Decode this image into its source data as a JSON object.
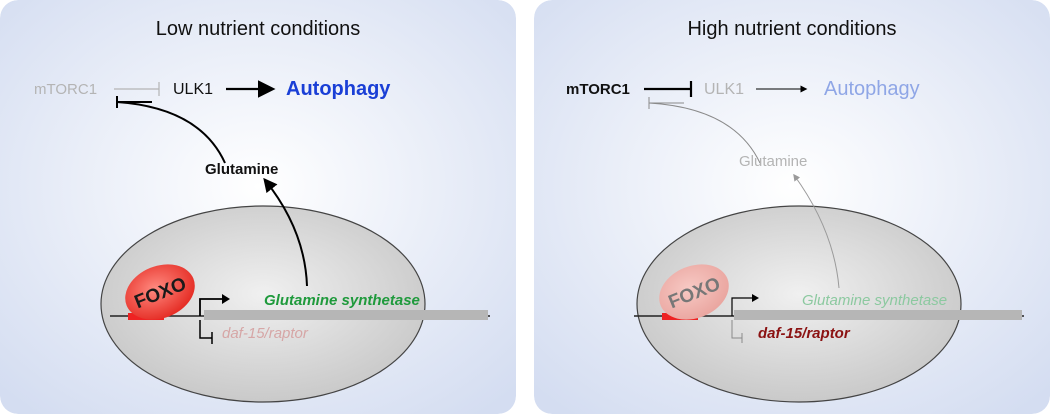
{
  "panels": [
    {
      "title": "Low nutrient conditions",
      "mtorc1": "mTORC1",
      "ulk1": "ULK1",
      "autophagy": "Autophagy",
      "glutamine": "Glutamine",
      "foxo": "FOXO",
      "gene_top": "Glutamine synthetase",
      "gene_bottom": "daf-15/raptor"
    },
    {
      "title": "High nutrient conditions",
      "mtorc1": "mTORC1",
      "ulk1": "ULK1",
      "autophagy": "Autophagy",
      "glutamine": "Glutamine",
      "foxo": "FOXO",
      "gene_top": "Glutamine synthetase",
      "gene_bottom": "daf-15/raptor"
    }
  ],
  "colors": {
    "autophagy_active": "#1a3fd6",
    "autophagy_faded": "#8fa6e6",
    "glutamine_synthetase_active": "#1f9a3c",
    "glutamine_synthetase_faded": "#8cc9a0",
    "raptor_active": "#8b1212",
    "raptor_faded": "#d6a6a6",
    "faded_text": "#b4b4b4",
    "foxo_red": "#e8352c",
    "promoter_red": "#ee2222"
  }
}
